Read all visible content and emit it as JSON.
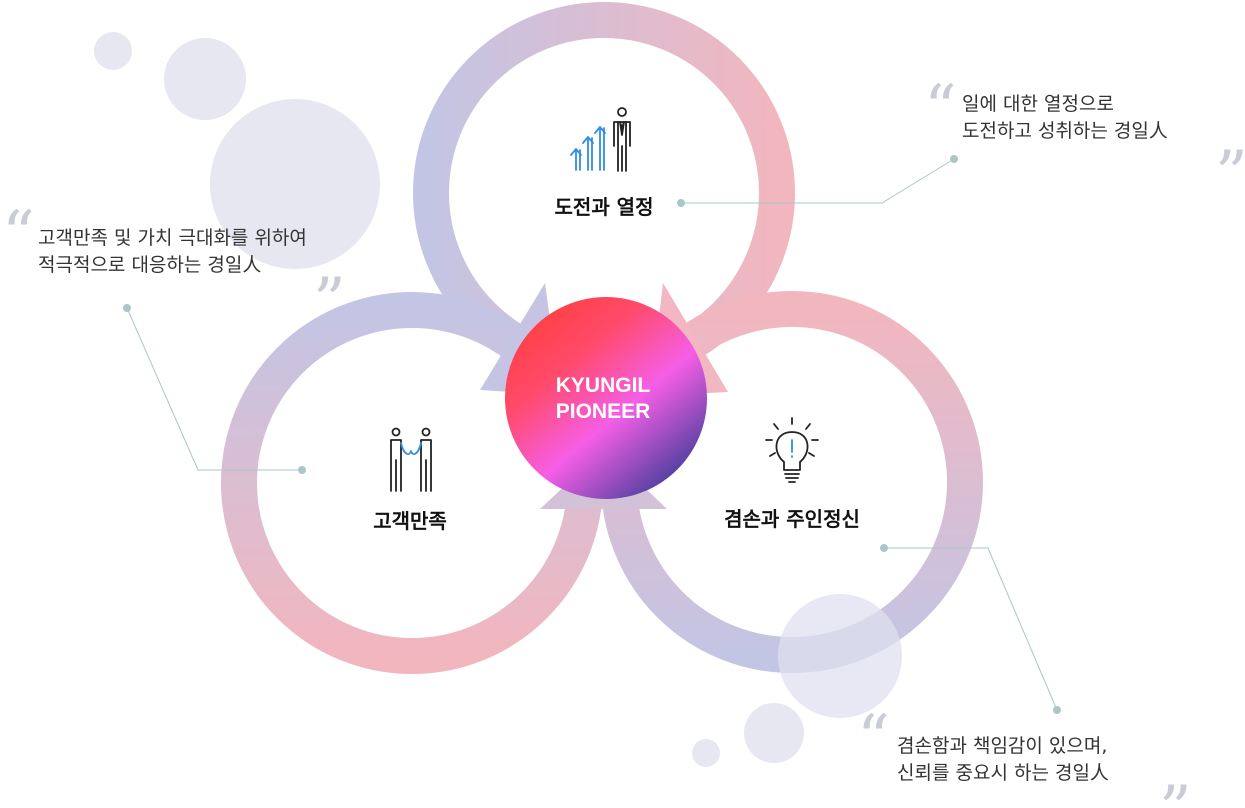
{
  "center": {
    "line1": "KYUNGIL",
    "line2": "PIONEER"
  },
  "values": [
    {
      "id": "challenge",
      "label": "도전과 열정",
      "icon": "growth-person-icon",
      "quote": [
        "일에 대한 열정으로",
        "도전하고 성취하는 경일人"
      ]
    },
    {
      "id": "customer",
      "label": "고객만족",
      "icon": "handshake-icon",
      "quote": [
        "고객만족 및 가치 극대화를 위하여",
        "적극적으로 대응하는 경일人"
      ]
    },
    {
      "id": "humility",
      "label": "겸손과 주인정신",
      "icon": "lightbulb-icon",
      "quote": [
        "겸손함과 책임감이 있으며,",
        "신뢰를 중요시 하는 경일人"
      ]
    }
  ],
  "colors": {
    "lavender": "#c3c5e4",
    "pink": "#f2b6bf",
    "bubble": "#e6e7f1",
    "connector": "#a9c7c7",
    "icon_blue": "#2d8ee6",
    "center_red": "#ff3d3d",
    "center_magenta": "#f65ee6",
    "center_indigo": "#3c3d97"
  }
}
